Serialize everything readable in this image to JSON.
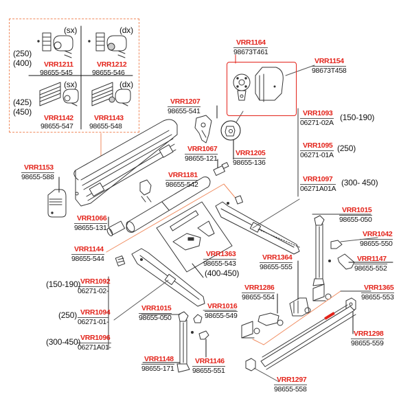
{
  "diagram": {
    "accent_color": "#e32219",
    "leader_color_red": "#f08a5d",
    "leader_color_gray": "#555555",
    "kit_box": {
      "row1_sizes": [
        "(250)",
        "(400)"
      ],
      "row2_sizes": [
        "(425)",
        "(450)"
      ],
      "kits": [
        {
          "side": "(sx)",
          "code": "VRR1211",
          "part": "98655-545"
        },
        {
          "side": "(dx)",
          "code": "VRR1212",
          "part": "98655-546"
        },
        {
          "side": "(sx)",
          "code": "VRR1142",
          "part": "98655-547"
        },
        {
          "side": "(dx)",
          "code": "VRR1143",
          "part": "98655-548"
        }
      ]
    },
    "parts": [
      {
        "id": "p1164",
        "code": "VRR1164",
        "part": "98673T461"
      },
      {
        "id": "p1154",
        "code": "VRR1154",
        "part": "98673T458"
      },
      {
        "id": "p1207",
        "code": "VRR1207",
        "part": "98655-541"
      },
      {
        "id": "p1093",
        "code": "VRR1093",
        "part": "06271-02A",
        "note": "(150-190)"
      },
      {
        "id": "p1095",
        "code": "VRR1095",
        "part": "06271-01A",
        "note": "(250)"
      },
      {
        "id": "p1097",
        "code": "VRR1097",
        "part": "06271A01A",
        "note": "(300- 450)"
      },
      {
        "id": "p1067",
        "code": "VRR1067",
        "part": "98655-121"
      },
      {
        "id": "p1205",
        "code": "VRR1205",
        "part": "98655-136"
      },
      {
        "id": "p1153",
        "code": "VRR1153",
        "part": "98655-588"
      },
      {
        "id": "p1181",
        "code": "VRR1181",
        "part": "98655-542"
      },
      {
        "id": "p1066",
        "code": "VRR1066",
        "part": "98655-131"
      },
      {
        "id": "p1015a",
        "code": "VRR1015",
        "part": "98655-050"
      },
      {
        "id": "p1042",
        "code": "VRR1042",
        "part": "98655-550"
      },
      {
        "id": "p1144",
        "code": "VRR1144",
        "part": "98655-544"
      },
      {
        "id": "p1363",
        "code": "VRR1363",
        "part": "98655-543",
        "note": "(400-450)"
      },
      {
        "id": "p1147",
        "code": "VRR1147",
        "part": "98655-552"
      },
      {
        "id": "p1364",
        "code": "VRR1364",
        "part": "98655-555"
      },
      {
        "id": "p1092",
        "code": "VRR1092",
        "part": "06271-02-",
        "note": "(150-190)"
      },
      {
        "id": "p1286",
        "code": "VRR1286",
        "part": "98655-554"
      },
      {
        "id": "p1365",
        "code": "VRR1365",
        "part": "98655-553"
      },
      {
        "id": "p1094",
        "code": "VRR1094",
        "part": "06271-01-",
        "note": "(250)"
      },
      {
        "id": "p1015b",
        "code": "VRR1015",
        "part": "98655-050"
      },
      {
        "id": "p1016",
        "code": "VRR1016",
        "part": "98655-549"
      },
      {
        "id": "p1298",
        "code": "VRR1298",
        "part": "98655-559"
      },
      {
        "id": "p1096",
        "code": "VRR1096",
        "part": "06271A01-",
        "note": "(300-450)"
      },
      {
        "id": "p1148",
        "code": "VRR1148",
        "part": "98655-171"
      },
      {
        "id": "p1146",
        "code": "VRR1146",
        "part": "98655-551"
      },
      {
        "id": "p1297",
        "code": "VRR1297",
        "part": "98655-558"
      }
    ]
  }
}
